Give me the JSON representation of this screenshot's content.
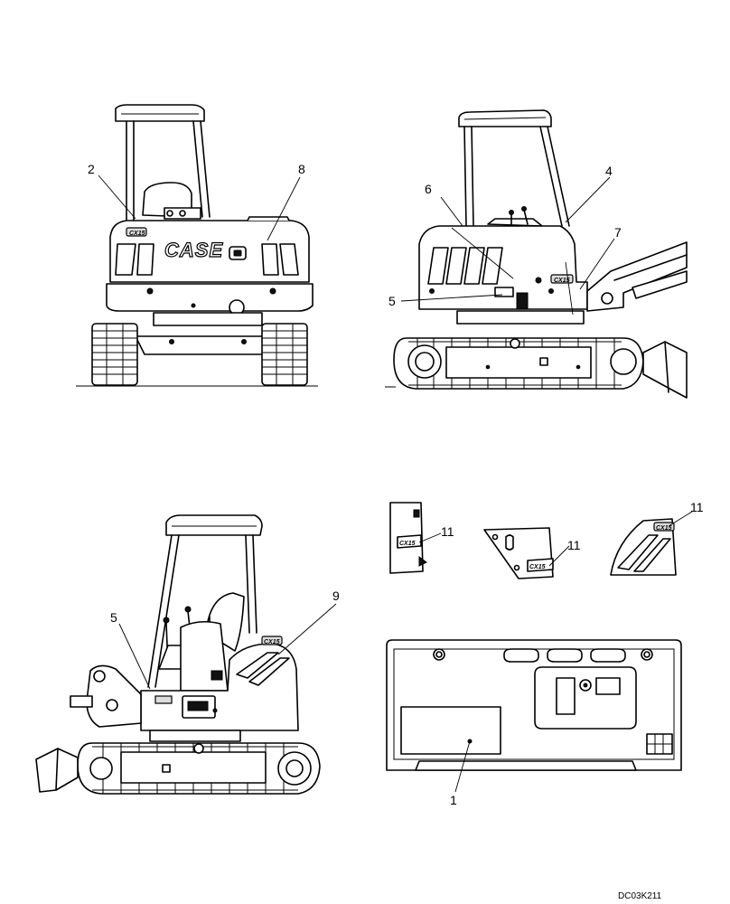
{
  "brand": {
    "logo_text": "CASE",
    "model_badge": "CX15"
  },
  "callouts": {
    "c2": "2",
    "c8": "8",
    "c6": "6",
    "c4": "4",
    "c7": "7",
    "c5a": "5",
    "c5b": "5",
    "c9": "9",
    "c11a": "11",
    "c11b": "11",
    "c11c": "11",
    "c1": "1"
  },
  "drawing_code": "DC03K211"
}
